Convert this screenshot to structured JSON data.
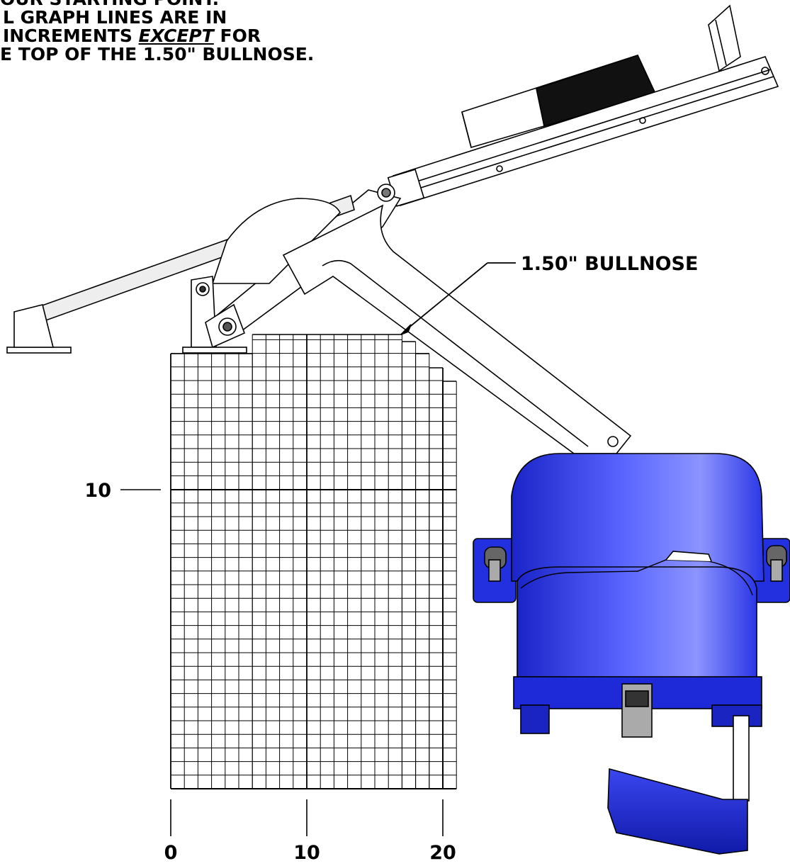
{
  "note": {
    "line1": "OUR STARTING POINT.",
    "line2": "L GRAPH LINES ARE IN",
    "line3_pre": "INCREMENTS ",
    "line3_em": "EXCEPT",
    "line3_post": " FOR",
    "line4": "E TOP OF THE 1.50\" BULLNOSE."
  },
  "callout": {
    "label": "1.50\" BULLNOSE"
  },
  "axis": {
    "y_label": "10",
    "x_labels": [
      "0",
      "10",
      "20"
    ]
  },
  "colors": {
    "seat_blue": "#2330e0",
    "seat_blue_dark": "#0d14a0",
    "line": "#000000",
    "rail_gray": "#d8d8d8"
  }
}
